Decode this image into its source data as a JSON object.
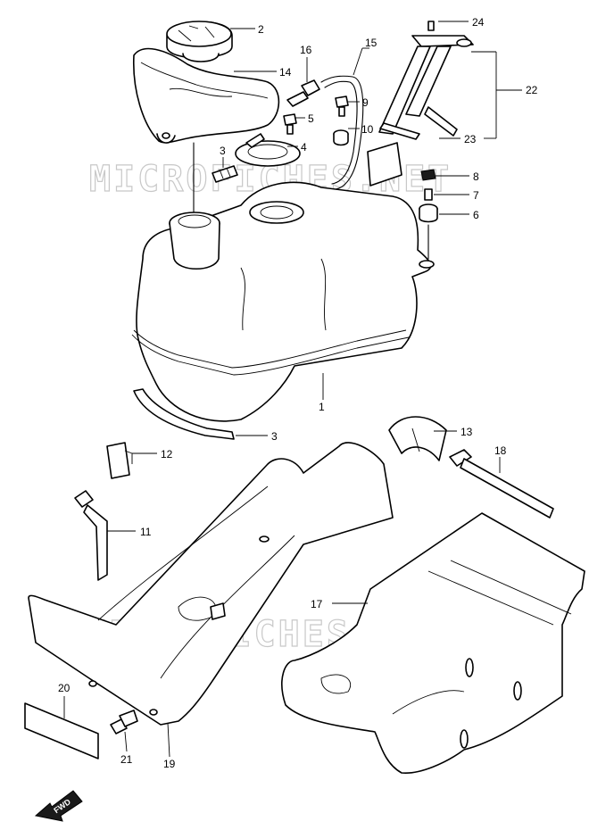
{
  "watermark": "MICROFICHES.NET",
  "fwd_label": "FWD",
  "callouts": [
    "1",
    "2",
    "3",
    "3",
    "4",
    "5",
    "6",
    "7",
    "8",
    "9",
    "10",
    "11",
    "12",
    "13",
    "14",
    "15",
    "16",
    "17",
    "18",
    "19",
    "20",
    "21",
    "22",
    "23",
    "24"
  ]
}
